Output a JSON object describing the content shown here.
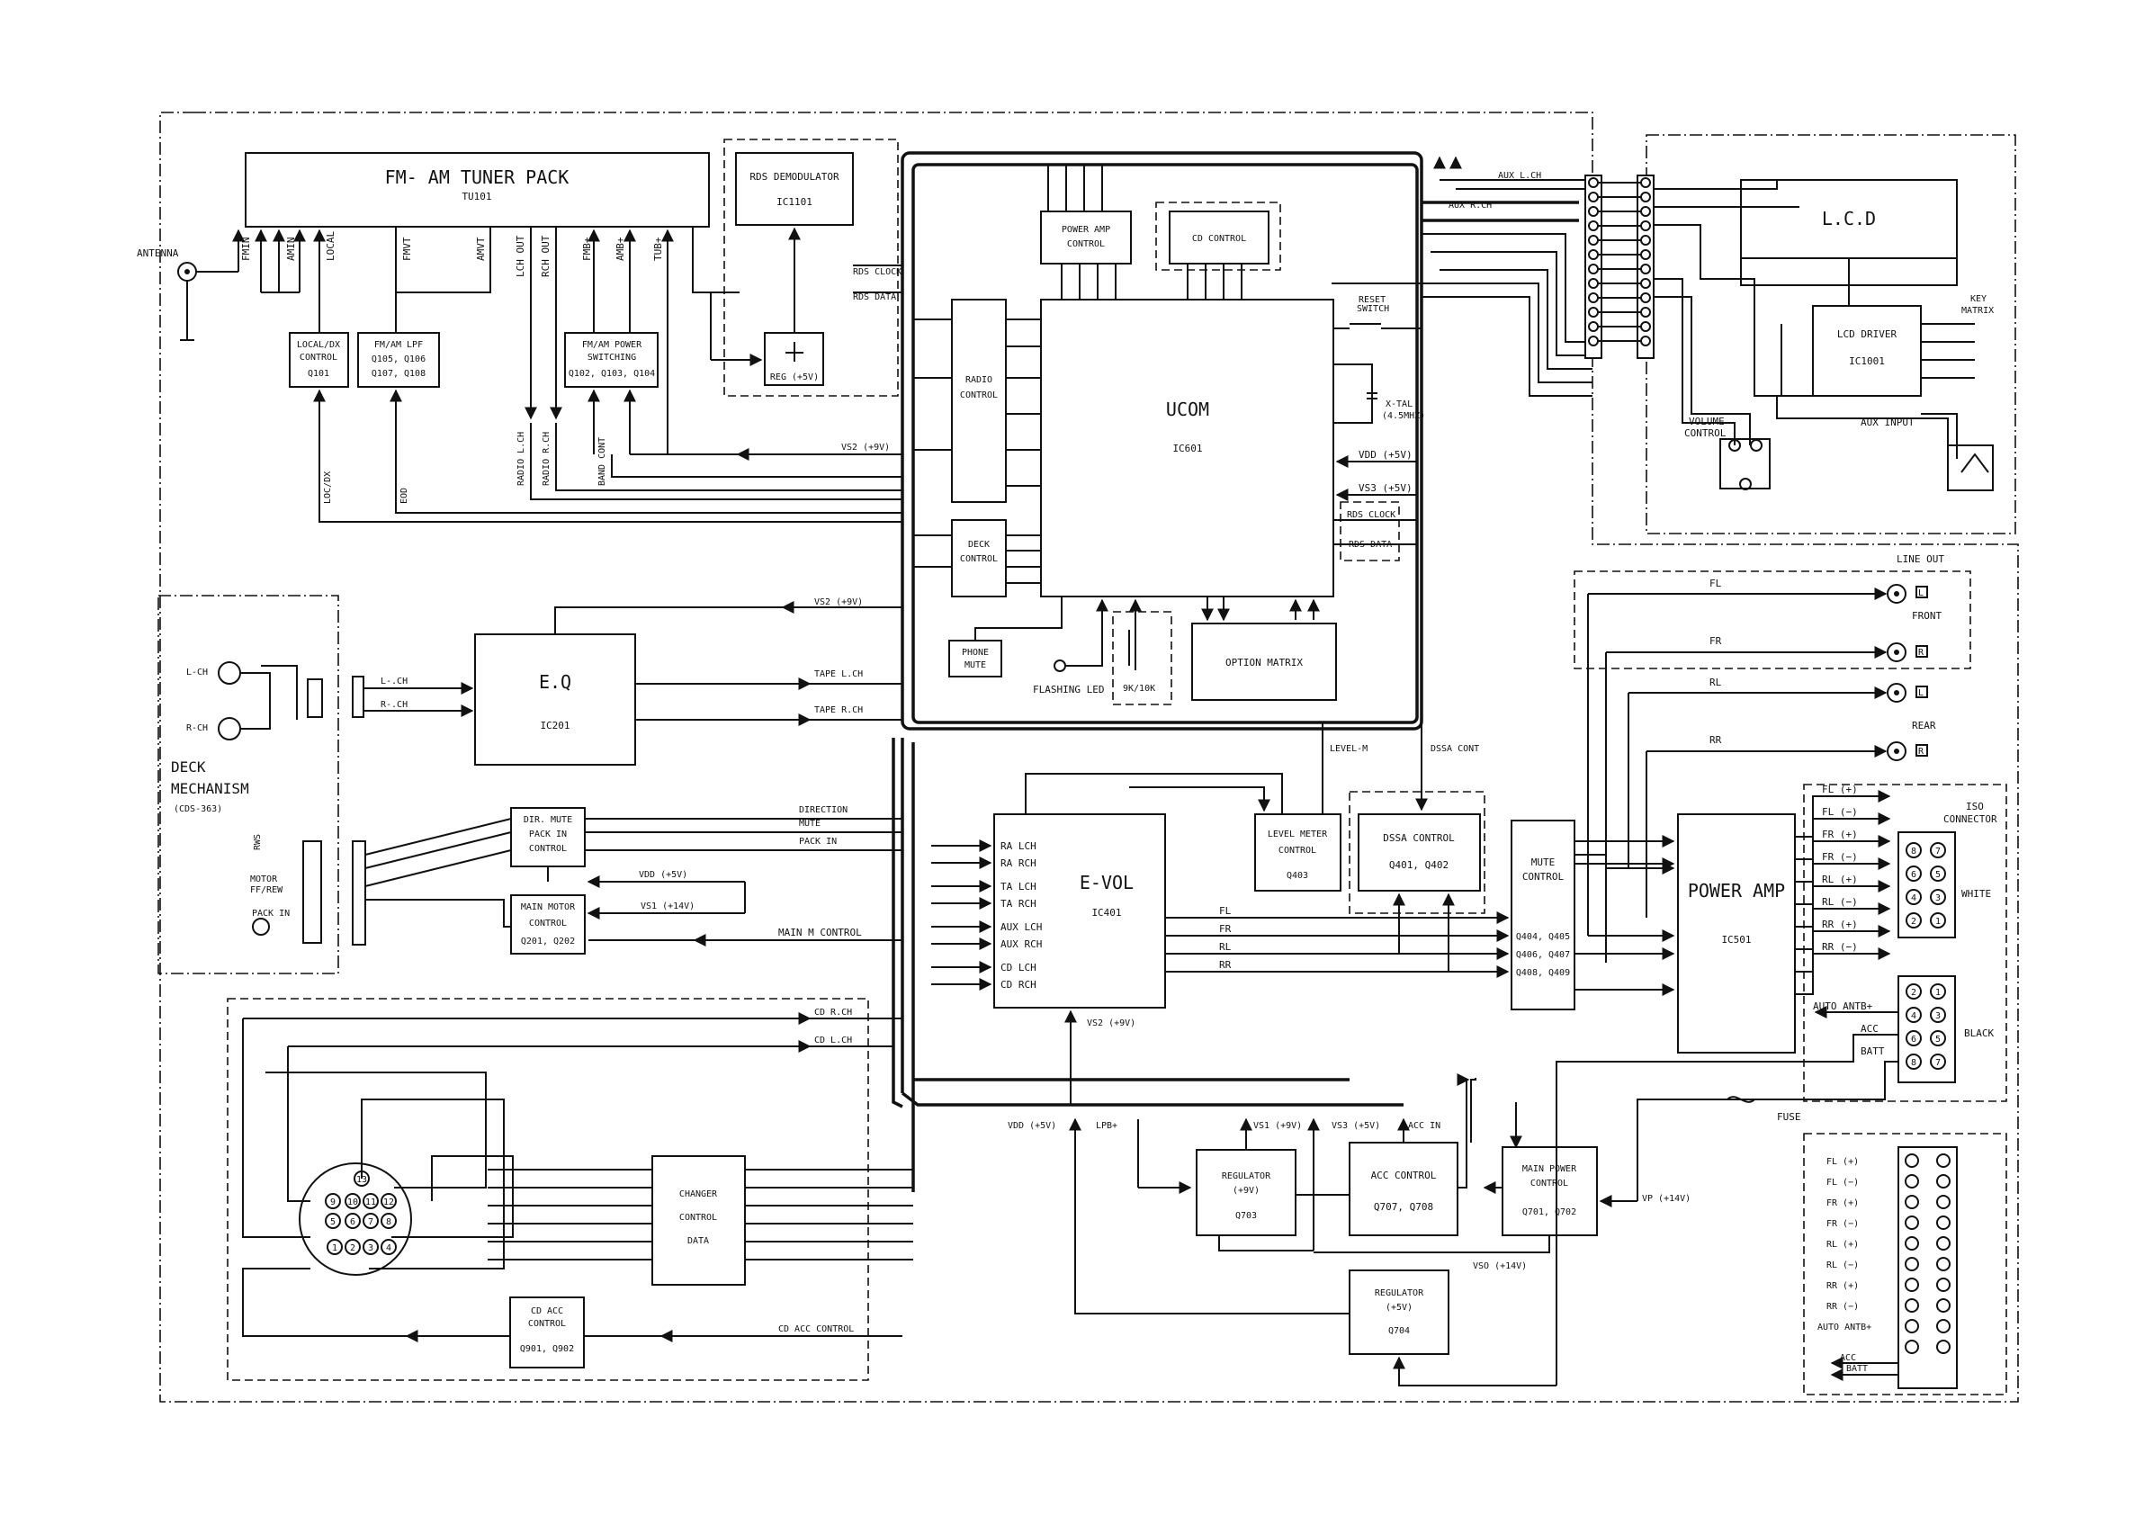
{
  "blocks": {
    "tuner": {
      "title": "FM- AM TUNER PACK",
      "ref": "TU101"
    },
    "rds_demod": {
      "title": "RDS DEMODULATOR",
      "ref": "IC1101"
    },
    "reg5v": {
      "title": "REG (+5V)"
    },
    "local_dx": {
      "l1": "LOCAL/DX",
      "l2": "CONTROL",
      "l3": "Q101"
    },
    "fmam_lpf": {
      "l1": "FM/AM LPF",
      "l2": "Q105, Q106",
      "l3": "Q107, Q108"
    },
    "fmam_power": {
      "l1": "FM/AM  POWER",
      "l2": "SWITCHING",
      "l3": "Q102, Q103, Q104"
    },
    "power_amp_ctrl": {
      "l1": "POWER AMP",
      "l2": "CONTROL"
    },
    "cd_ctrl": {
      "l1": "CD CONTROL"
    },
    "radio_ctrl": {
      "l1": "RADIO",
      "l2": "CONTROL"
    },
    "deck_ctrl": {
      "l1": "DECK",
      "l2": "CONTROL"
    },
    "phone_mute": {
      "l1": "PHONE",
      "l2": "MUTE"
    },
    "ucom": {
      "title": "UCOM",
      "ref": "IC601"
    },
    "option_matrix": {
      "title": "OPTION MATRIX"
    },
    "eq": {
      "title": "E.Q",
      "ref": "IC201"
    },
    "dir_mute": {
      "l1": "DIR. MUTE",
      "l2": "PACK IN",
      "l3": "CONTROL"
    },
    "main_motor": {
      "l1": "MAIN MOTOR",
      "l2": "CONTROL",
      "l3": "Q201, Q202"
    },
    "evol": {
      "title": "E-VOL",
      "ref": "IC401",
      "inputs": [
        "RA LCH",
        "RA RCH",
        "TA LCH",
        "TA RCH",
        "AUX LCH",
        "AUX RCH",
        "CD LCH",
        "CD RCH"
      ]
    },
    "level_meter": {
      "l1": "LEVEL METER",
      "l2": "CONTROL",
      "l3": "Q403"
    },
    "dssa": {
      "l1": "DSSA CONTROL",
      "l2": "Q401, Q402"
    },
    "mute_ctrl": {
      "l1": "MUTE",
      "l2": "CONTROL",
      "l3": "Q404, Q405",
      "l4": "Q406, Q407",
      "l5": "Q408, Q409"
    },
    "power_amp": {
      "title": "POWER AMP",
      "ref": "IC501"
    },
    "changer": {
      "l1": "CHANGER",
      "l2": "CONTROL",
      "l3": "DATA"
    },
    "cd_acc": {
      "l1": "CD ACC",
      "l2": "CONTROL",
      "l3": "Q901, Q902"
    },
    "reg9v": {
      "l1": "REGULATOR",
      "l2": "(+9V)",
      "l3": "Q703"
    },
    "acc_ctrl": {
      "l1": "ACC CONTROL",
      "l2": "Q707, Q708"
    },
    "main_power": {
      "l1": "MAIN POWER",
      "l2": "CONTROL",
      "l3": "Q701, Q702"
    },
    "reg5": {
      "l1": "REGULATOR",
      "l2": "(+5V)",
      "l3": "Q704"
    },
    "lcd": {
      "title": "L.C.D"
    },
    "lcd_driver": {
      "l1": "LCD DRIVER",
      "l2": "IC1001"
    }
  },
  "labels": {
    "antenna": "ANTENNA",
    "tuner_pins": [
      "FMIN",
      "AMIN",
      "LOCAL",
      "FMVT",
      "AMVT",
      "LCH OUT",
      "RCH OUT",
      "FMB+",
      "AMB+",
      "TUB+"
    ],
    "loc_dx": "LOC/DX",
    "eod": "EOD",
    "radio_lch": "RADIO L.CH",
    "radio_rch": "RADIO R.CH",
    "band_cont": "BAND CONT",
    "rds_clock": "RDS CLOCK",
    "rds_data": "RDS DATA",
    "vs2_9v": "VS2 (+9V)",
    "reset_switch_1": "RESET",
    "reset_switch_2": "SWITCH",
    "xtal_1": "X-TAL",
    "xtal_2": "(4.5MHZ)",
    "vdd_5v": "VDD (+5V)",
    "vs3_5v": "VS3 (+5V)",
    "rds_clock_r": "RDS CLOCK",
    "rds_data_r": "RDS DATA",
    "flashing_led": "FLASHING LED",
    "k9_10": "9K/10K",
    "aux_lch": "AUX L.CH",
    "aux_rch": "AUX R.CH",
    "key_matrix_1": "KEY",
    "key_matrix_2": "MATRIX",
    "volume_ctrl_1": "VOLUME",
    "volume_ctrl_2": "CONTROL",
    "aux_input": "AUX INPUT",
    "line_out": "LINE OUT",
    "front": "FRONT",
    "rear": "REAR",
    "fl": "FL",
    "fr": "FR",
    "rl": "RL",
    "rr": "RR",
    "deck_mech_1": "DECK",
    "deck_mech_2": "MECHANISM",
    "deck_mech_3": "(CDS-363)",
    "l_ch": "L-CH",
    "r_ch": "R-CH",
    "l_ch2": "L-.CH",
    "r_ch2": "R-.CH",
    "tape_lch": "TAPE L.CH",
    "tape_rch": "TAPE R.CH",
    "direction": "DIRECTION",
    "mute": "MUTE",
    "pack_in": "PACK IN",
    "vdd_5v_b": "VDD  (+5V)",
    "vs1_14v": "VS1  (+14V)",
    "main_m_control": "MAIN M CONTROL",
    "motor": "MOTOR",
    "ff_rew": "FF/REW",
    "pack_in_s": "PACK IN",
    "rws": "RWS",
    "level_m": "LEVEL-M",
    "dssa_cont": "DSSA CONT",
    "vs2_9v_b": "VS2 (+9V)",
    "cd_rch": "CD R.CH",
    "cd_lch": "CD L.CH",
    "cd_acc_control": "CD ACC CONTROL",
    "vdd_5v_c": "VDD (+5V)",
    "lpb": "LPB+",
    "vs1_9v": "VS1 (+9V)",
    "vs3_5v_b": "VS3 (+5V)",
    "acc_in": "ACC IN",
    "vp_14v": "VP (+14V)",
    "vso_14v": "VSO (+14V)",
    "fuse": "FUSE",
    "iso_1": "ISO",
    "iso_2": "CONNECTOR",
    "white": "WHITE",
    "black": "BLACK",
    "auto_antb": "AUTO ANTB+",
    "acc": "ACC",
    "batt": "BATT",
    "spk_outs": [
      "FL (+)",
      "FL (−)",
      "FR (+)",
      "FR (−)",
      "RL (+)",
      "RL (−)",
      "RR (+)",
      "RR (−)"
    ],
    "bottom_list": [
      "FL (+)",
      "FL (−)",
      "FR (+)",
      "FR (−)",
      "RL (+)",
      "RL (−)",
      "RR (+)",
      "RR (−)",
      "AUTO ANTB+"
    ],
    "bottom_acc": "ACC",
    "bottom_batt": "BATT"
  }
}
